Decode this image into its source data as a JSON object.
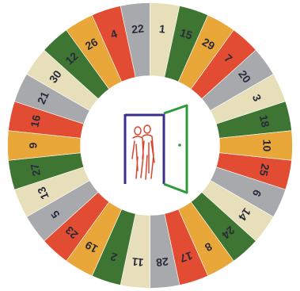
{
  "wheel": {
    "segments": [
      {
        "number": "22",
        "color": "#a7a9ac"
      },
      {
        "number": "1",
        "color": "#e6dfba"
      },
      {
        "number": "15",
        "color": "#3e7532"
      },
      {
        "number": "29",
        "color": "#e9a73a"
      },
      {
        "number": "7",
        "color": "#e24c32"
      },
      {
        "number": "20",
        "color": "#a7a9ac"
      },
      {
        "number": "3",
        "color": "#e6dfba"
      },
      {
        "number": "18",
        "color": "#3e7532"
      },
      {
        "number": "10",
        "color": "#e9a73a"
      },
      {
        "number": "25",
        "color": "#e24c32"
      },
      {
        "number": "6",
        "color": "#a7a9ac"
      },
      {
        "number": "14",
        "color": "#e6dfba"
      },
      {
        "number": "24",
        "color": "#3e7532"
      },
      {
        "number": "8",
        "color": "#e9a73a"
      },
      {
        "number": "17",
        "color": "#e24c32"
      },
      {
        "number": "28",
        "color": "#a7a9ac"
      },
      {
        "number": "11",
        "color": "#e6dfba"
      },
      {
        "number": "2",
        "color": "#3e7532"
      },
      {
        "number": "19",
        "color": "#e9a73a"
      },
      {
        "number": "23",
        "color": "#e24c32"
      },
      {
        "number": "5",
        "color": "#a7a9ac"
      },
      {
        "number": "13",
        "color": "#e6dfba"
      },
      {
        "number": "27",
        "color": "#3e7532"
      },
      {
        "number": "9",
        "color": "#e9a73a"
      },
      {
        "number": "16",
        "color": "#e24c32"
      },
      {
        "number": "21",
        "color": "#a7a9ac"
      },
      {
        "number": "30",
        "color": "#e6dfba"
      },
      {
        "number": "12",
        "color": "#3e7532"
      },
      {
        "number": "26",
        "color": "#e9a73a"
      },
      {
        "number": "4",
        "color": "#e24c32"
      }
    ]
  },
  "logo": {
    "icon": "door-with-two-people-icon",
    "frame_color": "#3a2f8f",
    "door_color": "#2e9a3c",
    "people_color": "#d8452e"
  }
}
